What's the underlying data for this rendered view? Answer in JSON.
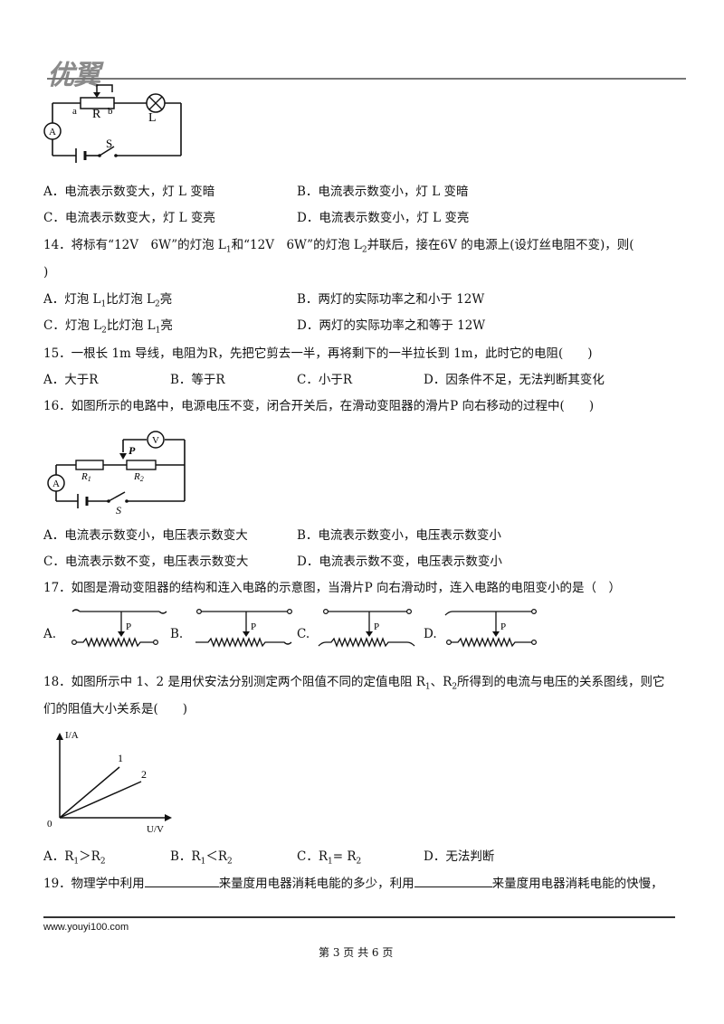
{
  "header": {
    "logo": "优翼"
  },
  "q13": {
    "labels": {
      "a": "a",
      "R": "R",
      "b": "b",
      "L": "L",
      "A": "A",
      "S": "S"
    },
    "options": {
      "A": "A．电流表示数变大，灯 L 变暗",
      "B": "B．电流表示数变小，灯 L 变暗",
      "C": "C．电流表示数变大，灯 L 变亮",
      "D": "D．电流表示数变小，灯 L 变亮"
    }
  },
  "q14": {
    "stem_1": "14．将标有“12V　6W”的灯泡 L",
    "sub_1": "1",
    "stem_2": "和“12V　6W”的灯泡 L",
    "sub_2": "2",
    "stem_3": "并联后，接在6V 的电源上(设灯丝电阻不变)，则(",
    "stem_close": ")",
    "optA_1": "A．灯泡 L",
    "optA_s1": "1",
    "optA_2": "比灯泡 L",
    "optA_s2": "2",
    "optA_3": "亮",
    "optB": "B．两灯的实际功率之和小于 12W",
    "optC_1": "C．灯泡 L",
    "optC_s1": "2",
    "optC_2": "比灯泡 L",
    "optC_s2": "1",
    "optC_3": "亮",
    "optD": "D．两灯的实际功率之和等于 12W"
  },
  "q15": {
    "stem": "15．一根长 1m 导线，电阻为R，先把它剪去一半，再将剩下的一半拉长到 1m，此时它的电阻(　　)",
    "options": {
      "A": "A．大于R",
      "B": "B．等于R",
      "C": "C．小于R",
      "D": "D．因条件不足，无法判断其变化"
    }
  },
  "q16": {
    "stem": "16．如图所示的电路中，电源电压不变，闭合开关后，在滑动变阻器的滑片P 向右移动的过程中(　　)",
    "labels": {
      "V": "V",
      "P": "P",
      "R1": "R",
      "R1s": "1",
      "R2": "R",
      "R2s": "2",
      "A": "A",
      "S": "S"
    },
    "options": {
      "A": "A．电流表示数变小，电压表示数变大",
      "B": "B．电流表示数变小，电压表示数变小",
      "C": "C．电流表示数不变，电压表示数变大",
      "D": "D．电流表示数不变，电压表示数变小"
    }
  },
  "q17": {
    "stem": "17．如图是滑动变阻器的结构和连入电路的示意图，当滑片P 向右滑动时，连入电路的电阻变小的是（　）",
    "options": {
      "A": "A.",
      "B": "B.",
      "C": "C.",
      "D": "D."
    },
    "slider_label": "P"
  },
  "q18": {
    "stem_1": "18．如图所示中 1、2 是用伏安法分别测定两个阻值不同的定值电阻 R",
    "sub_1": "1",
    "stem_2": "、R",
    "sub_2": "2",
    "stem_3": "所得到的电流与电压的关系图线，则它",
    "stem_line2": "们的阻值大小关系是(　　)",
    "graph": {
      "ylabel": "I/A",
      "xlabel": "U/V",
      "origin": "0",
      "line1": "1",
      "line2": "2"
    },
    "optA_1": "A．R",
    "optA_s1": "1",
    "optA_2": "＞R",
    "optA_s2": "2",
    "optB_1": "B．R",
    "optB_s1": "1",
    "optB_2": "＜R",
    "optB_s2": "2",
    "optC_1": "C．R",
    "optC_s1": "1",
    "optC_2": "= R",
    "optC_s2": "2",
    "optD": "D．无法判断"
  },
  "q19": {
    "part_1": "19．物理学中利用",
    "part_2": "来量度用电器消耗电能的多少，利用",
    "part_3": "来量度用电器消耗电能的快慢，"
  },
  "footer": {
    "url": "www.youyi100.com",
    "page": "第 3 页 共 6 页"
  }
}
